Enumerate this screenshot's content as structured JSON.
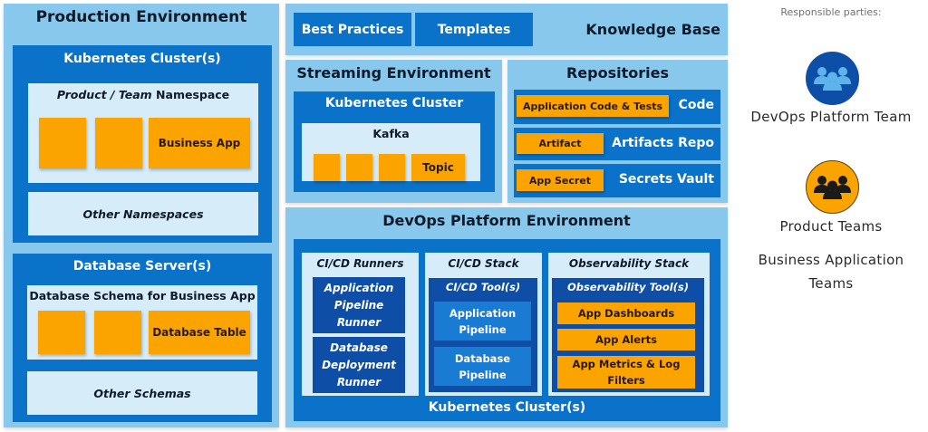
{
  "production": {
    "title": "Production Environment",
    "k8s": {
      "title": "Kubernetes Cluster(s)",
      "namespace_title_italic": "Product / Team",
      "namespace_title_rest": " Namespace",
      "business_app": "Business App",
      "other_namespaces": "Other Namespaces"
    },
    "db": {
      "title": "Database Server(s)",
      "schema_title": "Database Schema for Business App",
      "table": "Database Table",
      "other_schemas": "Other Schemas"
    }
  },
  "knowledge_base": {
    "title": "Knowledge Base",
    "items": [
      "Best Practices",
      "Templates"
    ]
  },
  "streaming": {
    "title": "Streaming Environment",
    "cluster": "Kubernetes Cluster",
    "kafka": "Kafka",
    "topic": "Topic"
  },
  "repositories": {
    "title": "Repositories",
    "rows": [
      {
        "item": "Application Code & Tests",
        "label": "Code"
      },
      {
        "item": "Artifact",
        "label": "Artifacts Repo"
      },
      {
        "item": "App Secret",
        "label": "Secrets Vault"
      }
    ]
  },
  "devops": {
    "title": "DevOps Platform Environment",
    "cluster_label": "Kubernetes Cluster(s)",
    "runners": {
      "title": "CI/CD Runners",
      "items": [
        "Application Pipeline Runner",
        "Database Deployment Runner"
      ]
    },
    "cicd": {
      "title": "CI/CD Stack",
      "tool": "CI/CD Tool(s)",
      "items": [
        "Application Pipeline",
        "Database Pipeline"
      ]
    },
    "observability": {
      "title": "Observability Stack",
      "tool": "Observability Tool(s)",
      "items": [
        "App Dashboards",
        "App Alerts",
        "App Metrics & Log Filters"
      ]
    }
  },
  "legend": {
    "title": "Responsible parties:",
    "devops_team": {
      "label": "DevOps Platform Team",
      "icon": "team-icon",
      "color": "#0d4fa6"
    },
    "product_teams": {
      "label": "Product Teams",
      "sublabel": "Business Application Teams",
      "icon": "team-icon",
      "color": "#fba400"
    }
  },
  "colors": {
    "outer": "#88c8ec",
    "cluster": "#0b72c9",
    "pale": "#d6ecf8",
    "orange": "#fba400",
    "dark": "#0e4ea6"
  }
}
